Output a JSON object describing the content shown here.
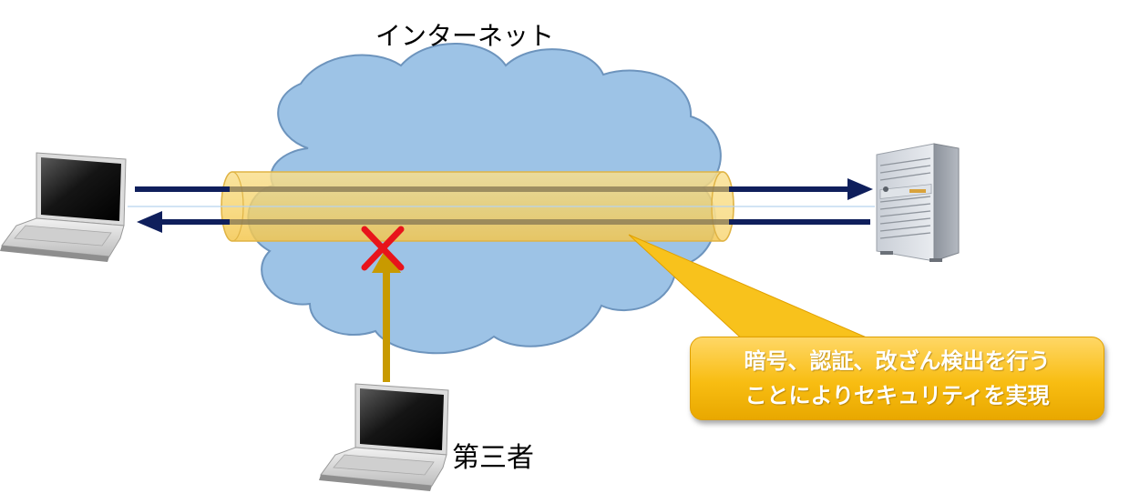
{
  "labels": {
    "internet": "インターネット",
    "third_party": "第三者"
  },
  "callout": {
    "lines": [
      "暗号、認証、改ざん検出を行う",
      "ことによりセキュリティを実現"
    ]
  },
  "colors": {
    "cloud_fill": "#9dc3e6",
    "cloud_stroke": "#6d94bd",
    "tunnel_fill": "#f7d77a",
    "arrow_dark": "#0f1f5c",
    "attack_arrow": "#c89a00",
    "block_mark": "#e8141b",
    "callout_fill": "#f8bd12"
  },
  "icons": {
    "client_laptop": "laptop-icon",
    "attacker_laptop": "laptop-icon",
    "server": "server-tower-icon",
    "blocked": "x-mark-icon",
    "cloud": "cloud-shape"
  }
}
